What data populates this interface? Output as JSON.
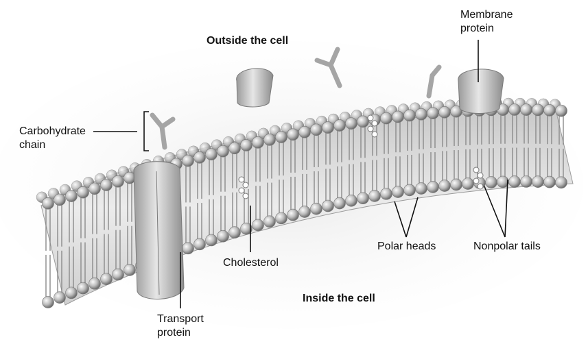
{
  "headings": {
    "outside": "Outside the cell",
    "inside": "Inside the cell"
  },
  "labels": {
    "membrane_protein": [
      "Membrane",
      "protein"
    ],
    "carbohydrate_chain": [
      "Carbohydrate",
      "chain"
    ],
    "cholesterol": "Cholesterol",
    "polar_heads": "Polar heads",
    "nonpolar_tails": "Nonpolar tails",
    "transport_protein": [
      "Transport",
      "protein"
    ]
  }
}
